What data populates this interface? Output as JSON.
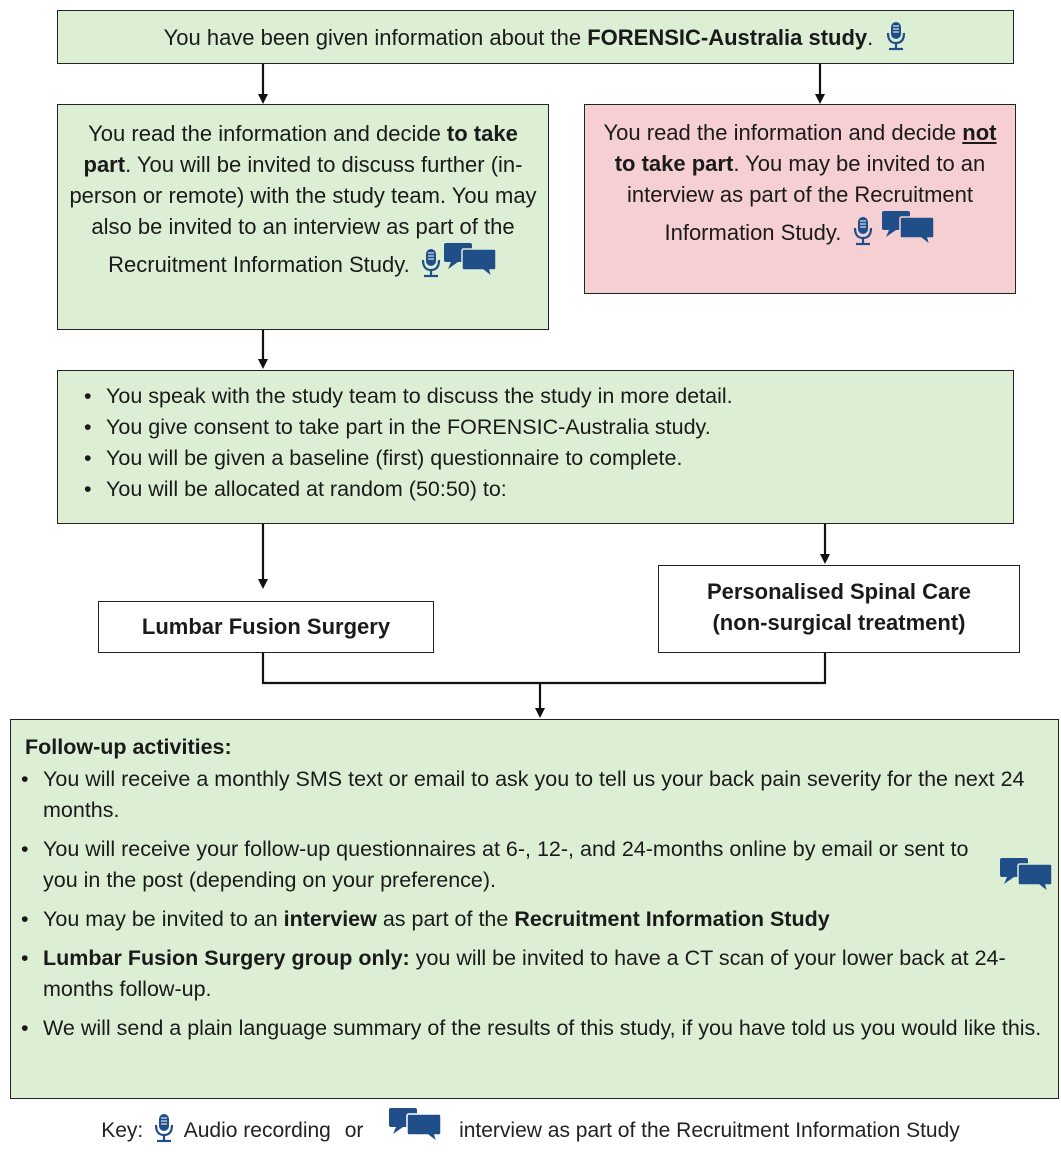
{
  "top_box": {
    "pre": "You have been given information about the ",
    "bold": "FORENSIC-Australia study",
    "post": "."
  },
  "take_part_box": {
    "pre": "You read the information and decide ",
    "bold": "to take part",
    "post": ". You will be invited to discuss further (in-person or remote) with the study team. You may also be invited to an interview as part of the Recruitment Information Study."
  },
  "not_take_part_box": {
    "pre": "You read the information and decide ",
    "underline_bold": "not",
    "bold": " to take part",
    "post": ". You may be invited to an interview as part of the Recruitment Information Study."
  },
  "consent_box": {
    "items": [
      "You speak with the study team to discuss the study in more detail.",
      "You give consent to take part in the FORENSIC-Australia study.",
      "You will be given a baseline (first) questionnaire to complete.",
      "You will be allocated at random (50:50) to:"
    ]
  },
  "arm_surgery": {
    "label": "Lumbar Fusion Surgery"
  },
  "arm_spinal_care": {
    "line1": "Personalised Spinal Care",
    "line2": "(non-surgical treatment)"
  },
  "followup_box": {
    "heading": "Follow-up activities:",
    "item1": "You will receive a monthly SMS text or email to ask you to tell us your back pain severity for the next 24 months.",
    "item2": "You will receive your follow-up questionnaires at 6-, 12-, and 24-months online by email or sent to you in the post (depending on your preference).",
    "item3_pre": "You may be invited to an ",
    "item3_bold1": "interview",
    "item3_mid": " as part of the ",
    "item3_bold2": "Recruitment Information Study",
    "item4_bold": "Lumbar Fusion Surgery group only:",
    "item4_post": " you will be invited to have a CT scan of your lower back at 24-months follow-up.",
    "item5": "We will send a plain language summary of the results of this study, if you have told us you would like this."
  },
  "key": {
    "prefix": "Key:",
    "audio": "Audio recording",
    "or": "or",
    "suffix": "interview as part of the Recruitment Information Study"
  },
  "colors": {
    "green_box": "#dcefd4",
    "red_box": "#f6cfd3",
    "icon_blue": "#1f4e89"
  },
  "icons": [
    "microphone-icon",
    "chat-bubbles-icon"
  ]
}
